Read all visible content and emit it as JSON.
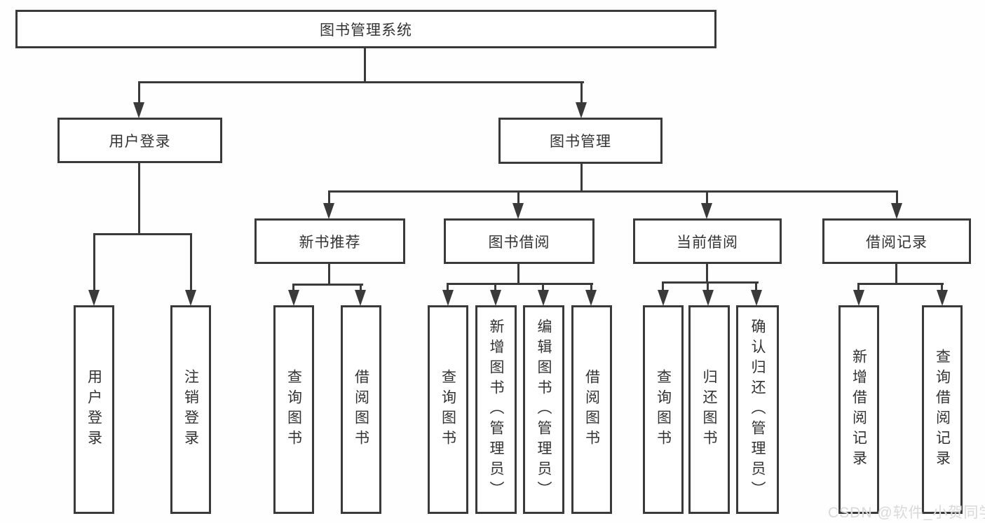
{
  "diagram": {
    "title": "图书管理系统",
    "root": {
      "label": "图书管理系统"
    },
    "level2": [
      {
        "label": "用户登录"
      },
      {
        "label": "图书管理"
      }
    ],
    "level3": [
      {
        "label": "新书推荐"
      },
      {
        "label": "图书借阅"
      },
      {
        "label": "当前借阅"
      },
      {
        "label": "借阅记录"
      }
    ],
    "leaves": {
      "user_login": [
        "用户登录",
        "注销登录"
      ],
      "new_book": [
        "查询图书",
        "借阅图书"
      ],
      "book_borrow": [
        "查询图书",
        "新增图书（管理员）",
        "编辑图书（管理员）",
        "借阅图书"
      ],
      "current_borrow": [
        "查询图书",
        "归还图书",
        "确认归还（管理员）"
      ],
      "borrow_record": [
        "新增借阅记录",
        "查询借阅记录"
      ]
    }
  },
  "watermark": {
    "text": "CSDN @软件_小贺同学"
  },
  "colors": {
    "line": "#3a3a3a",
    "text": "#333333",
    "background": "#fefefe",
    "watermark": "#d9d9d9"
  }
}
